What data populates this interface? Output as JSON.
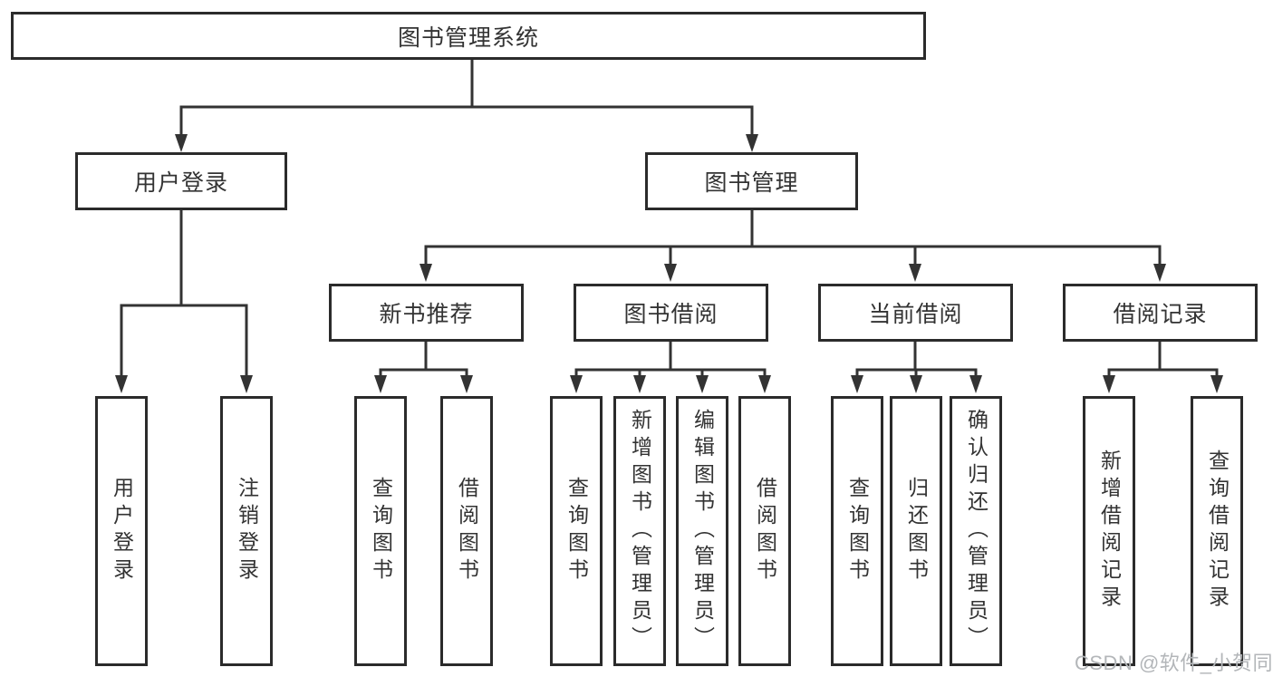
{
  "diagram": {
    "root": "图书管理系统",
    "level2": [
      "用户登录",
      "图书管理"
    ],
    "level3": [
      "新书推荐",
      "图书借阅",
      "当前借阅",
      "借阅记录"
    ],
    "leaves": {
      "login": [
        "用户登录",
        "注销登录"
      ],
      "recommend": [
        "查询图书",
        "借阅图书"
      ],
      "borrow": [
        "查询图书",
        "新增图书（管理员）",
        "编辑图书（管理员）",
        "借阅图书"
      ],
      "current": [
        "查询图书",
        "归还图书",
        "确认归还（管理员）"
      ],
      "records": [
        "新增借阅记录",
        "查询借阅记录"
      ]
    }
  },
  "watermark": "CSDN @软件_小贺同学",
  "colors": {
    "line": "#333333",
    "box_border": "#2b2b2b",
    "text": "#333333",
    "watermark": "#b3b6b9",
    "background": "#ffffff"
  }
}
